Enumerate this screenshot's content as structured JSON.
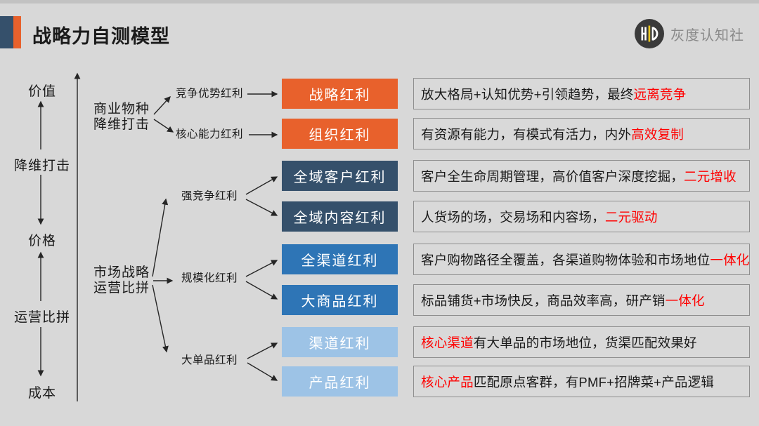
{
  "title": "战略力自测模型",
  "brand": {
    "name": "灰度认知社",
    "monogram": "HD"
  },
  "colors": {
    "background": "#D8D8D8",
    "accent_navy": "#35506B",
    "accent_orange": "#E8612C",
    "box_orange": "#E8612C",
    "box_navy": "#35506B",
    "box_blue": "#2E75B6",
    "box_light_blue": "#9DC3E6",
    "highlight_red": "#FF0000"
  },
  "axis": {
    "labels": [
      "价值",
      "降维打击",
      "价格",
      "运营比拼",
      "成本"
    ]
  },
  "groups": [
    {
      "line1": "商业物种",
      "line2": "降维打击"
    },
    {
      "line1": "市场战略",
      "line2": "运营比拼"
    }
  ],
  "branches": [
    "竞争优势红利",
    "核心能力红利",
    "强竞争红利",
    "规模化红利",
    "大单品红利"
  ],
  "rows": [
    {
      "box": "战略红利",
      "desc_pre": "放大格局+认知优势+引领趋势，最终",
      "desc_red": "远离竞争",
      "desc_post": ""
    },
    {
      "box": "组织红利",
      "desc_pre": "有资源有能力，有模式有活力，内外",
      "desc_red": "高效复制",
      "desc_post": ""
    },
    {
      "box": "全域客户红利",
      "desc_pre": "客户全生命周期管理，高价值客户深度挖掘，",
      "desc_red": "二元增收",
      "desc_post": ""
    },
    {
      "box": "全域内容红利",
      "desc_pre": "人货场的场，交易场和内容场，",
      "desc_red": "二元驱动",
      "desc_post": ""
    },
    {
      "box": "全渠道红利",
      "desc_pre": "客户购物路径全覆盖，各渠道购物体验和市场地位",
      "desc_red": "一体化",
      "desc_post": ""
    },
    {
      "box": "大商品红利",
      "desc_pre": "标品铺货+市场快反，商品效率高，研产销",
      "desc_red": "一体化",
      "desc_post": ""
    },
    {
      "box": "渠道红利",
      "desc_pre": "",
      "desc_red": "核心渠道",
      "desc_post": "有大单品的市场地位，货渠匹配效果好"
    },
    {
      "box": "产品红利",
      "desc_pre": "",
      "desc_red": "核心产品",
      "desc_post": "匹配原点客群，有PMF+招牌菜+产品逻辑"
    }
  ]
}
